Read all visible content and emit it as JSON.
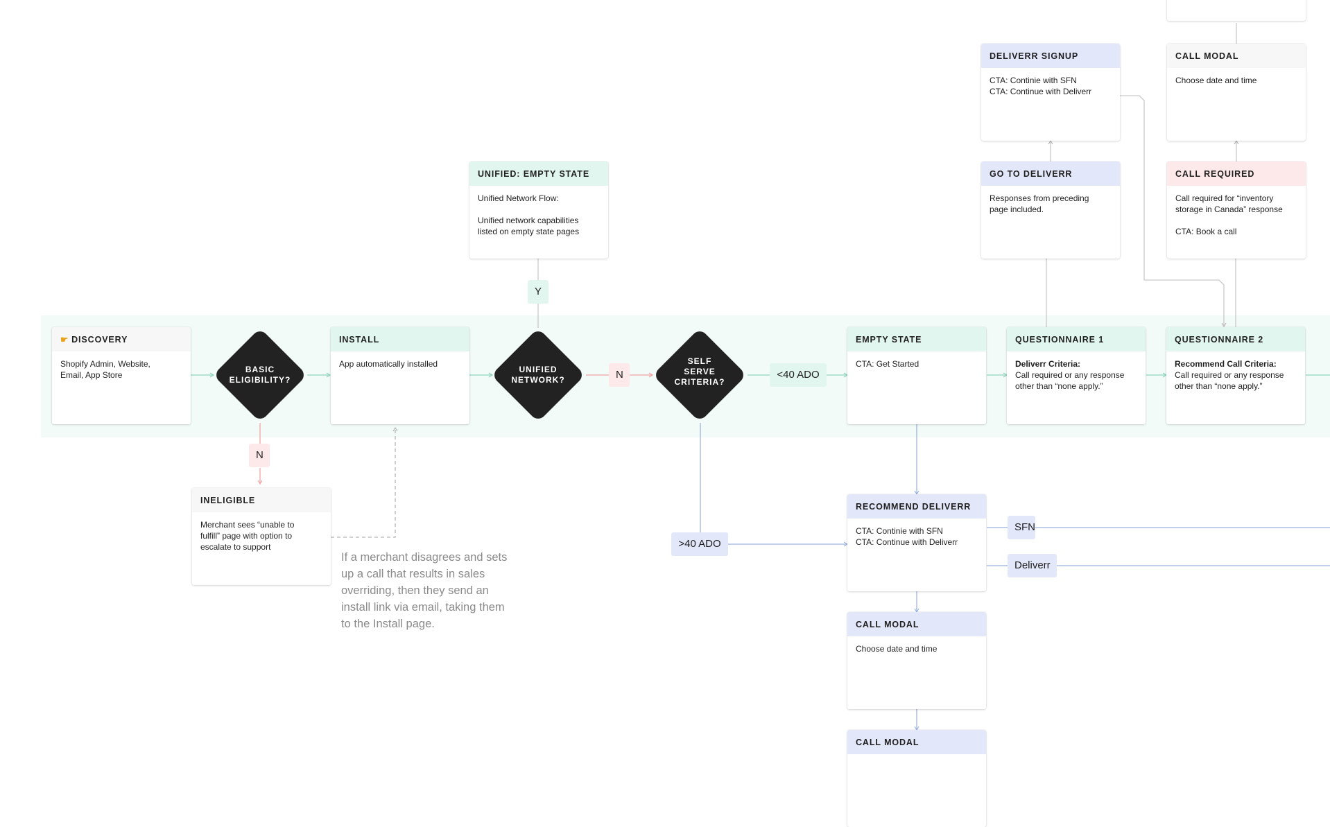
{
  "nodes": {
    "discovery": {
      "icon": "pointing-hand-icon",
      "glyph": "☛",
      "title": "Discovery",
      "lines": [
        "Shopify Admin, Website,",
        "Email, App Store"
      ]
    },
    "basic_eligibility": {
      "lines": [
        "BASIC",
        "ELIGIBILITY?"
      ]
    },
    "install": {
      "title": "Install",
      "lines": [
        "App automatically installed"
      ]
    },
    "unified_network": {
      "lines": [
        "UNIFIED",
        "NETWORK?"
      ]
    },
    "self_serve": {
      "lines": [
        "SELF",
        "SERVE",
        "CRITERIA?"
      ]
    },
    "unified_empty_state": {
      "title": "Unified: Empty State",
      "p1": "Unified Network Flow:",
      "p2": [
        "Unified network capabilities",
        "listed on empty state pages"
      ]
    },
    "empty_state": {
      "title": "Empty State",
      "lines": [
        "CTA: Get Started"
      ]
    },
    "questionnaire1": {
      "title": "Questionnaire 1",
      "criteria": "Deliverr Criteria:",
      "lines": [
        "Call required or any response",
        "other than “none apply.”"
      ]
    },
    "questionnaire2": {
      "title": "Questionnaire 2",
      "criteria": "Recommend Call Criteria:",
      "lines": [
        "Call required or any response",
        "other than “none apply.”"
      ]
    },
    "deliverr_signup": {
      "title": "Deliverr Signup",
      "lines": [
        "CTA: Continie with SFN",
        "CTA: Continue with Deliverr"
      ]
    },
    "go_to_deliverr": {
      "title": "Go to Deliverr",
      "lines": [
        "Responses from preceding",
        "page included."
      ]
    },
    "call_modal_top": {
      "title": "Call Modal",
      "lines": [
        "Choose date and time"
      ]
    },
    "call_required": {
      "title": "Call Required",
      "p1": [
        "Call required for “inventory",
        "storage in Canada” response"
      ],
      "p2": "CTA: Book a call"
    },
    "ineligible": {
      "title": "Ineligible",
      "lines": [
        "Merchant sees “unable to",
        "fulfill” page with option to",
        "escalate to support"
      ]
    },
    "recommend_deliverr": {
      "title": "Recommend Deliverr",
      "lines": [
        "CTA: Continie with SFN",
        "CTA: Continue with Deliverr"
      ]
    },
    "call_modal_mid": {
      "title": "Call Modal",
      "lines": [
        "Choose date and time"
      ]
    },
    "call_modal_bottom": {
      "title": "Call Modal"
    }
  },
  "labels": {
    "y_unified": "Y",
    "n_unified": "N",
    "n_eligibility": "N",
    "lt40": "<40 ADO",
    "gt40": ">40 ADO",
    "sfn": "SFN",
    "deliverr": "Deliverr"
  },
  "note": [
    "If a merchant disagrees and sets",
    "up a call that results in sales",
    "overriding, then they send an",
    "install link via email, taking them",
    "to the Install page."
  ],
  "colors": {
    "mint_header": "#e2f6f0",
    "blue_header": "#e3e7fa",
    "pink_header": "#fde9e9",
    "gray_header": "#f7f7f7",
    "band": "#f2fbf8",
    "diamond": "#222222",
    "green_line": "#8fd3bd",
    "red_line": "#f0a3a3",
    "blue_line": "#9bb3e0",
    "gray_line": "#c9c9c9"
  }
}
